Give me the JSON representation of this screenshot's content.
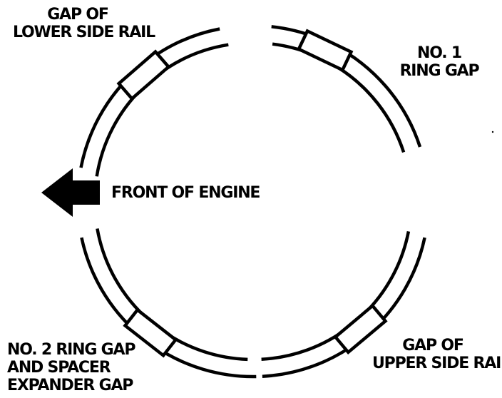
{
  "colors": {
    "ink": "#000000",
    "background": "#ffffff"
  },
  "icons": {
    "direction_arrow": "arrow-left-icon"
  },
  "labels": {
    "lower_side_rail_gap": {
      "line1": "GAP OF",
      "line2": "LOWER SIDE RAIL"
    },
    "no1_ring_gap": {
      "line1": "NO. 1",
      "line2": "RING GAP"
    },
    "front_of_engine": "FRONT OF ENGINE",
    "no2_ring_gap": {
      "line1": "NO. 2 RING GAP",
      "line2": "AND SPACER",
      "line3": "EXPANDER GAP"
    },
    "upper_side_rail_gap": {
      "line1": "GAP OF",
      "line2": "UPPER SIDE RAIL"
    }
  }
}
